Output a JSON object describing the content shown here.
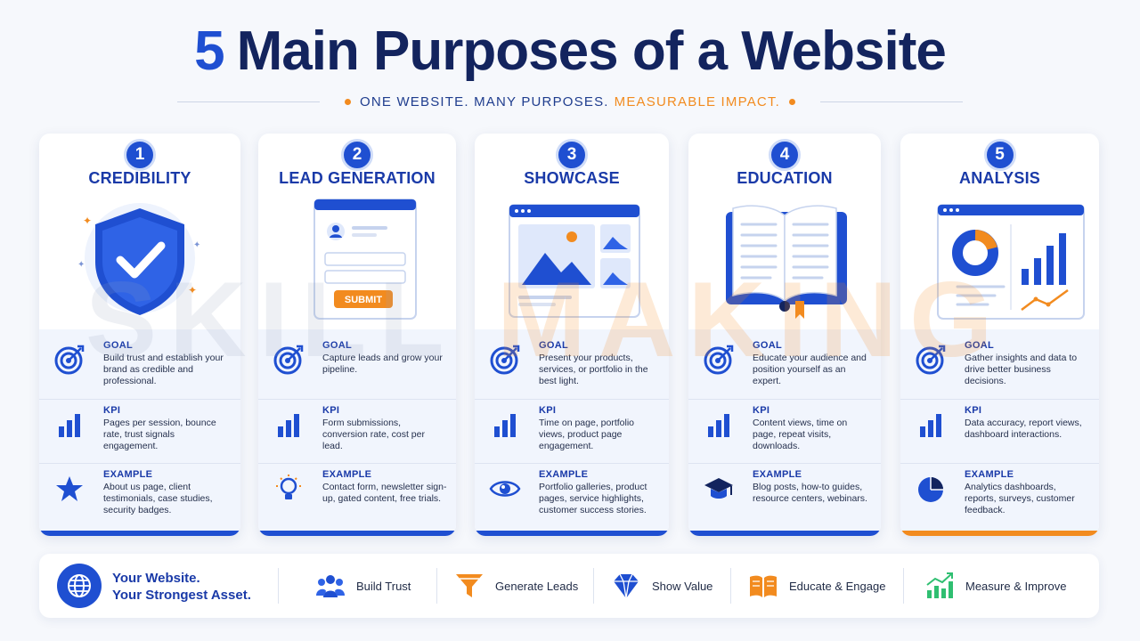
{
  "header": {
    "title_number": "5",
    "title_text": "Main Purposes of a Website",
    "subtitle_main": "ONE WEBSITE. MANY PURPOSES.",
    "subtitle_accent": "MEASURABLE IMPACT."
  },
  "colors": {
    "primary": "#1f4fd1",
    "navy": "#13245e",
    "accent": "#f28b1f"
  },
  "watermark": {
    "part1": "SKILL",
    "part2": "MAKING"
  },
  "labels": {
    "goal": "GOAL",
    "kpi": "KPI",
    "example": "EXAMPLE"
  },
  "cards": [
    {
      "number": "1",
      "title": "CREDIBILITY",
      "illustration": "shield-check-icon",
      "goal": "Build trust and establish your brand as credible and professional.",
      "kpi": "Pages per session, bounce rate, trust signals engagement.",
      "example_icon": "star-icon",
      "example": "About us page, client testimonials, case studies, security badges."
    },
    {
      "number": "2",
      "title": "LEAD GENERATION",
      "illustration": "form-icon",
      "submit_label": "SUBMIT",
      "goal": "Capture leads and grow your pipeline.",
      "kpi": "Form submissions, conversion rate, cost per lead.",
      "example_icon": "lightbulb-icon",
      "example": "Contact form, newsletter sign-up, gated content, free trials."
    },
    {
      "number": "3",
      "title": "SHOWCASE",
      "illustration": "gallery-icon",
      "goal": "Present your products, services, or portfolio in the best light.",
      "kpi": "Time on page, portfolio views, product page engagement.",
      "example_icon": "eye-icon",
      "example": "Portfolio galleries, product pages, service highlights, customer success stories."
    },
    {
      "number": "4",
      "title": "EDUCATION",
      "illustration": "open-book-icon",
      "goal": "Educate your audience and position yourself as an expert.",
      "kpi": "Content views, time on page, repeat visits, downloads.",
      "example_icon": "graduation-cap-icon",
      "example": "Blog posts, how-to guides, resource centers, webinars."
    },
    {
      "number": "5",
      "title": "ANALYSIS",
      "illustration": "dashboard-icon",
      "goal": "Gather insights and data to drive better business decisions.",
      "kpi": "Data accuracy, report views, dashboard interactions.",
      "example_icon": "pie-chart-icon",
      "example": "Analytics dashboards, reports, surveys, customer feedback."
    }
  ],
  "footer": {
    "tagline_line1": "Your Website.",
    "tagline_line2": "Your Strongest Asset.",
    "items": [
      {
        "icon": "people-icon",
        "label": "Build Trust"
      },
      {
        "icon": "funnel-icon",
        "label": "Generate Leads"
      },
      {
        "icon": "diamond-icon",
        "label": "Show Value"
      },
      {
        "icon": "book-icon",
        "label": "Educate & Engage"
      },
      {
        "icon": "growth-chart-icon",
        "label": "Measure & Improve"
      }
    ]
  }
}
